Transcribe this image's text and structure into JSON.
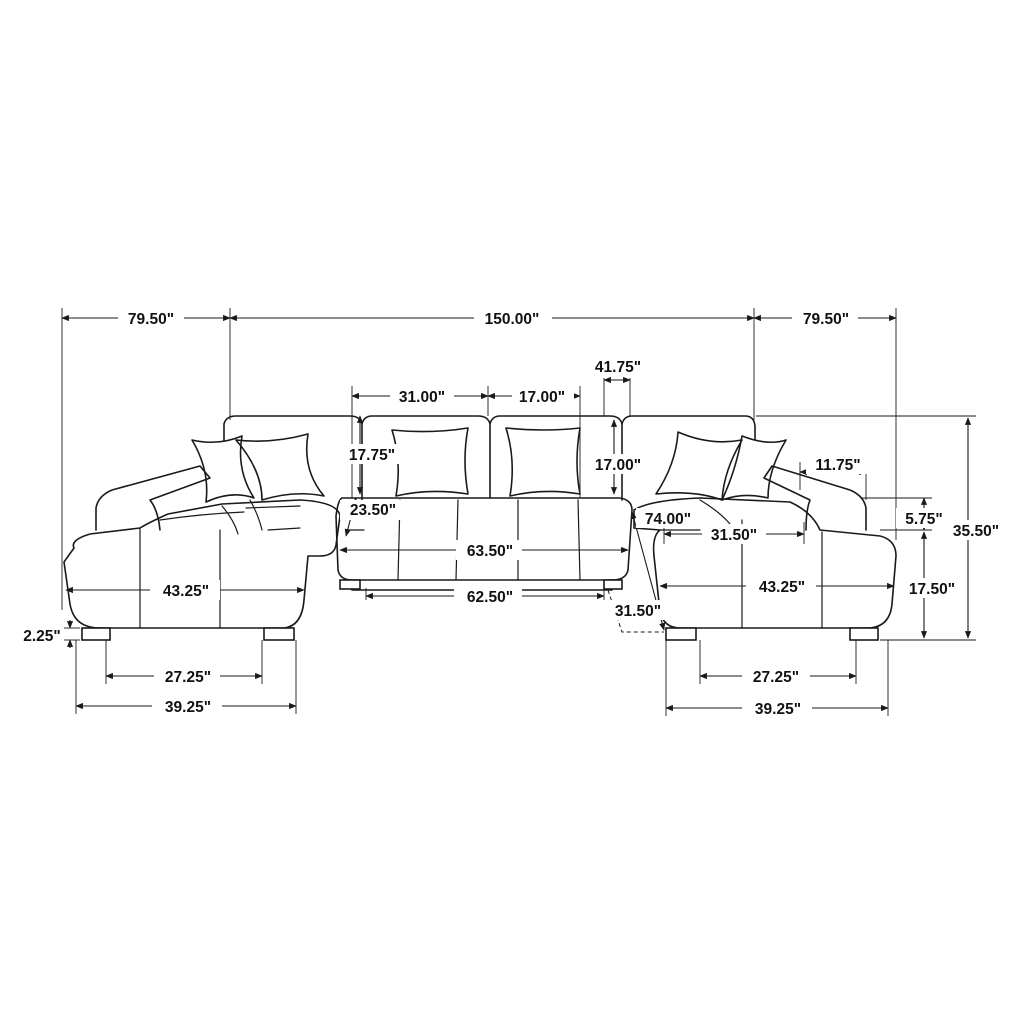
{
  "diagram": {
    "subject": "U-shaped tufted sectional sofa",
    "dimensions": {
      "left_chaise_depth": "79.50\"",
      "overall_width": "150.00\"",
      "right_chaise_depth": "79.50\"",
      "back_width": "41.75\"",
      "center_back_cushion_width": "31.00\"",
      "center_pillow_width": "17.00\"",
      "center_back_height_left": "17.75\"",
      "center_back_height_right": "17.00\"",
      "center_seat_depth": "23.50\"",
      "center_inner_width": "63.50\"",
      "center_base_width": "62.50\"",
      "corner_depth": "74.00\"",
      "corner_base_depth": "31.50\"",
      "left_seat_length": "43.25\"",
      "left_leg_span": "27.25\"",
      "left_chaise_width": "39.25\"",
      "leg_height": "2.25\"",
      "right_seat_length": "43.25\"",
      "right_leg_span": "27.25\"",
      "right_chaise_width": "39.25\"",
      "right_seat_width": "31.50\"",
      "arm_width": "11.75\"",
      "arm_height": "5.75\"",
      "seat_height": "17.50\"",
      "overall_height": "35.50\""
    }
  }
}
